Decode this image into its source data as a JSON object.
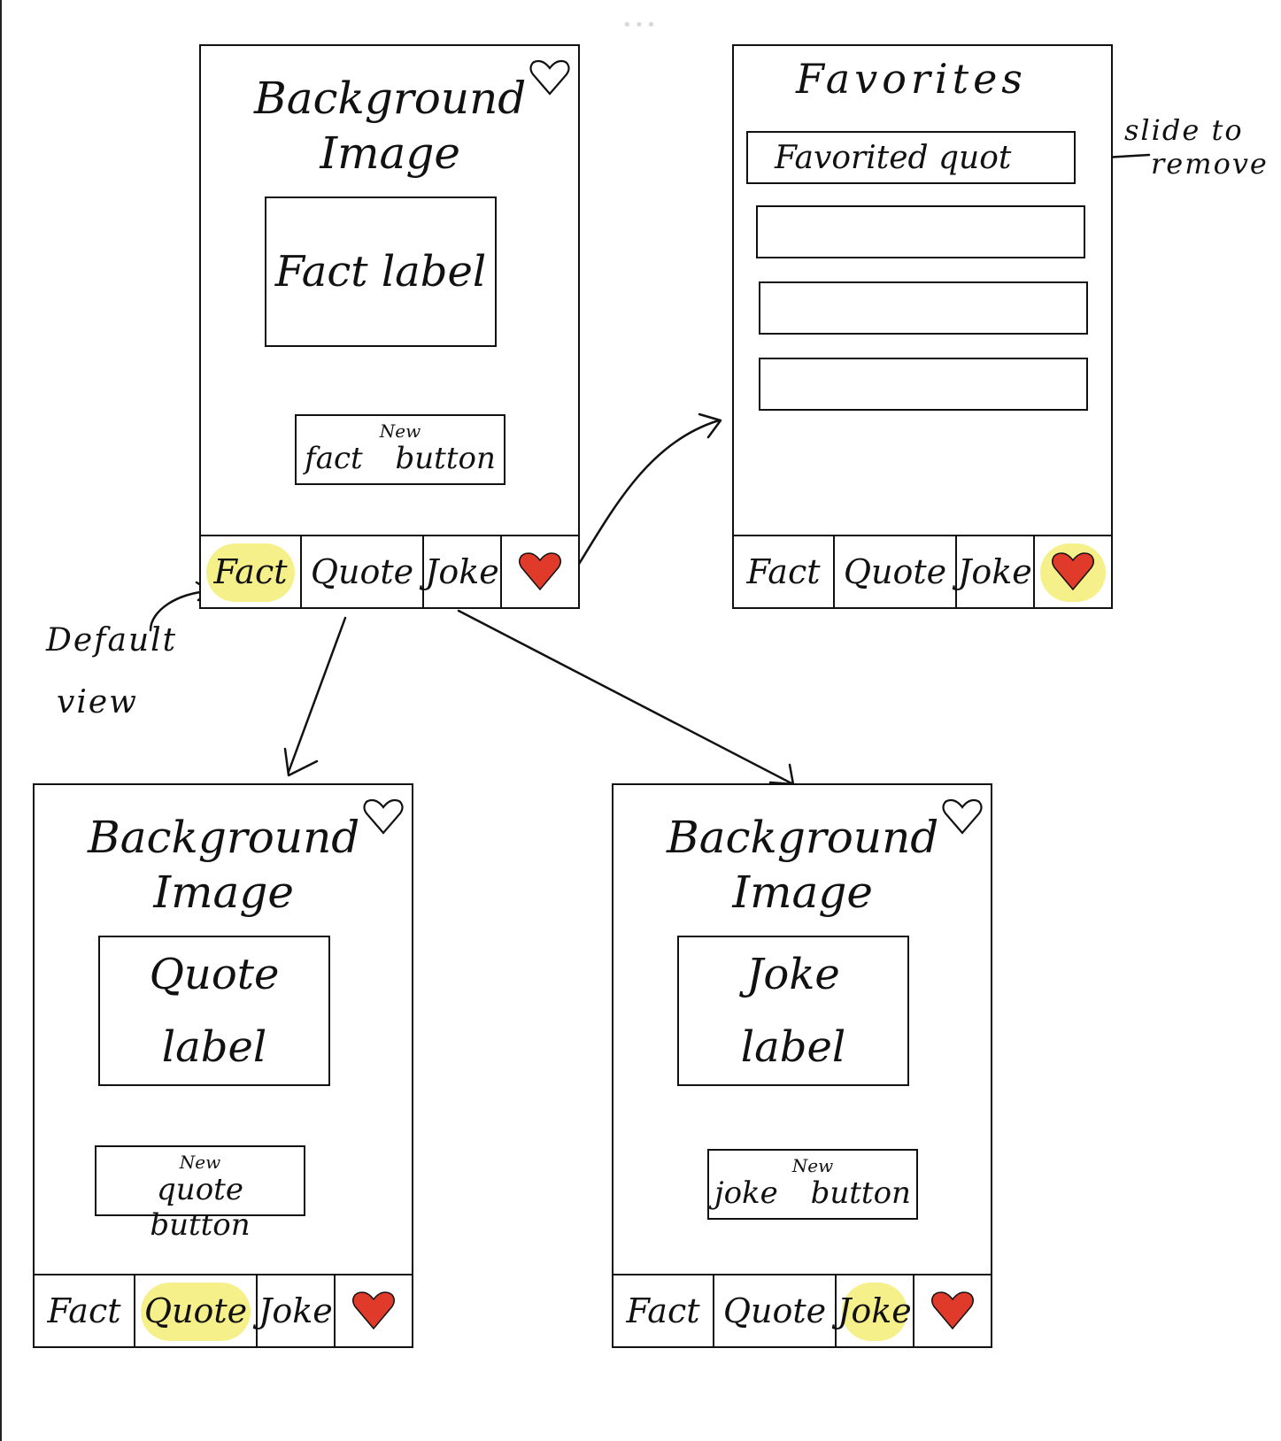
{
  "page": {
    "dots": "•••"
  },
  "colors": {
    "ink": "#111111",
    "heart": "#e03a2b",
    "highlight": "#f5f08a"
  },
  "tabs": [
    "Fact",
    "Quote",
    "Joke"
  ],
  "fact_screen": {
    "title_line1": "Background",
    "title_line2": "Image",
    "label_line1": "Fact label",
    "label_line2": "",
    "button_small": "New",
    "button_main": "fact button",
    "active_tab": "Fact"
  },
  "favorites_screen": {
    "title": "Favorites",
    "rows": [
      "Favorited quot",
      "",
      "",
      ""
    ],
    "active_tab": "favorites"
  },
  "quote_screen": {
    "title_line1": "Background",
    "title_line2": "Image",
    "label_line1": "Quote",
    "label_line2": "label",
    "button_small": "New",
    "button_main": "quote button",
    "active_tab": "Quote"
  },
  "joke_screen": {
    "title_line1": "Background",
    "title_line2": "Image",
    "label_line1": "Joke",
    "label_line2": "label",
    "button_small": "New",
    "button_main": "joke button",
    "active_tab": "Joke"
  },
  "annotations": {
    "default_view_line1": "Default",
    "default_view_line2": "view",
    "slide_line1": "slide to",
    "slide_line2": "remove"
  },
  "icons": {
    "favorite_outline": "heart-outline-icon",
    "favorites_tab": "heart-filled-icon"
  }
}
